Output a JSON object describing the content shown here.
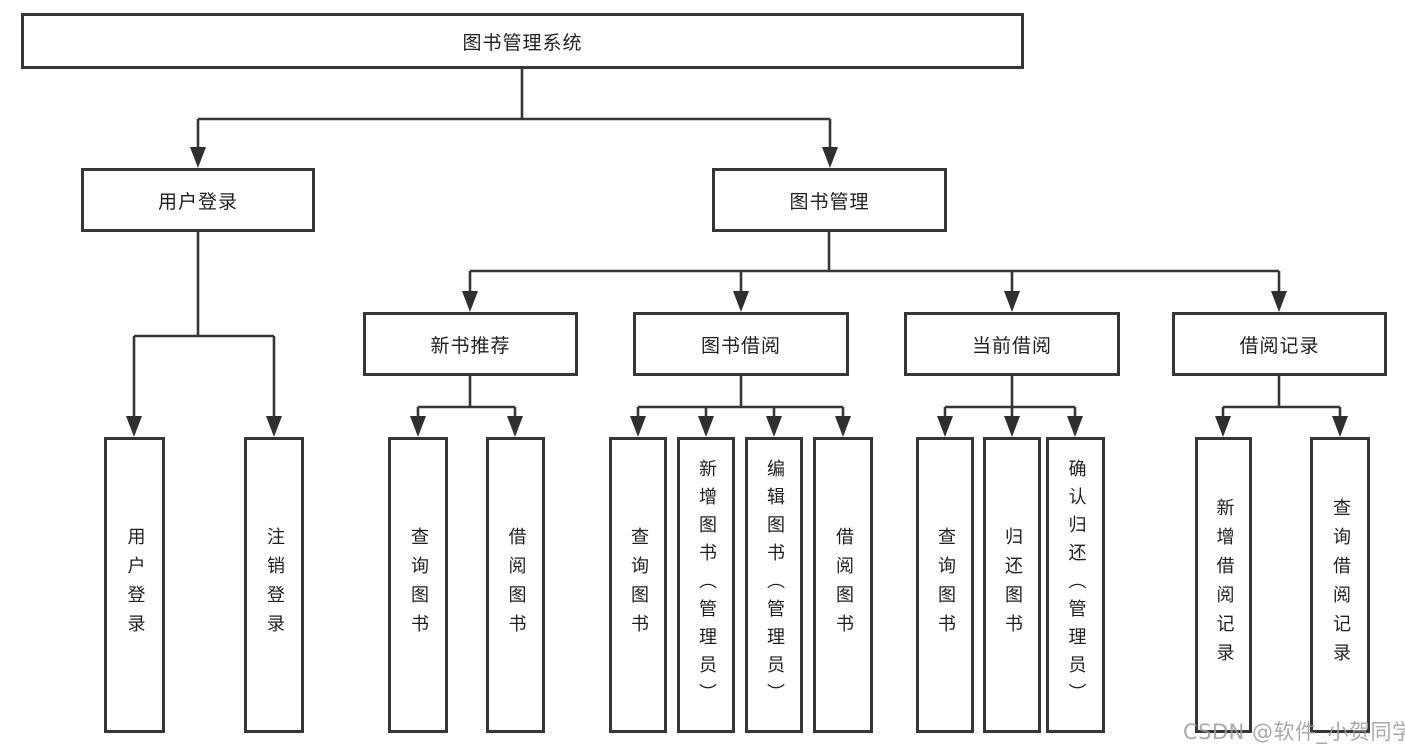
{
  "tree": {
    "label": "图书管理系统",
    "children": [
      {
        "label": "用户登录",
        "children": [
          {
            "label": "用户登录"
          },
          {
            "label": "注销登录"
          }
        ]
      },
      {
        "label": "图书管理",
        "children": [
          {
            "label": "新书推荐",
            "children": [
              {
                "label": "查询图书"
              },
              {
                "label": "借阅图书"
              }
            ]
          },
          {
            "label": "图书借阅",
            "children": [
              {
                "label": "查询图书"
              },
              {
                "label": "新增图书（管理员）"
              },
              {
                "label": "编辑图书（管理员）"
              },
              {
                "label": "借阅图书"
              }
            ]
          },
          {
            "label": "当前借阅",
            "children": [
              {
                "label": "查询图书"
              },
              {
                "label": "归还图书"
              },
              {
                "label": "确认归还（管理员）"
              }
            ]
          },
          {
            "label": "借阅记录",
            "children": [
              {
                "label": "新增借阅记录"
              },
              {
                "label": "查询借阅记录"
              }
            ]
          }
        ]
      }
    ]
  },
  "watermark": {
    "text": "CSDN @软件_小贺同学"
  },
  "colors": {
    "line": "#363636",
    "box_border": "#363636",
    "box_fill": "#ffffff",
    "text": "#1f1f1f",
    "watermark": "#9c9c9c"
  }
}
